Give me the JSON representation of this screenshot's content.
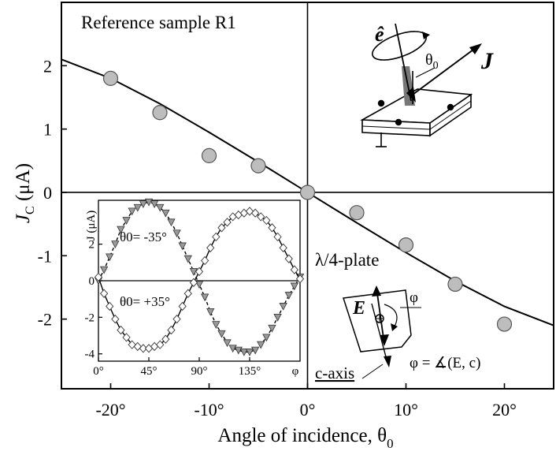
{
  "chart_data": {
    "type": "scatter",
    "title": "Reference sample R1",
    "xlabel": "Angle of incidence, θ",
    "xlabel_sub": "0",
    "ylabel": "J",
    "ylabel_sub": "C",
    "ylabel_unit": "(μA)",
    "xlim": [
      -25,
      25
    ],
    "ylim": [
      -3.1,
      3.0
    ],
    "x_ticks": [
      -20,
      -10,
      0,
      10,
      20
    ],
    "x_tick_labels": [
      "-20°",
      "-10°",
      "0°",
      "10°",
      "20°"
    ],
    "y_ticks": [
      2,
      1,
      0,
      -1,
      -2
    ],
    "y_tick_labels": [
      "2",
      "1",
      "0",
      "-1",
      "-2"
    ],
    "series": [
      {
        "marker": "circle",
        "x": [
          -20,
          -15,
          -10,
          -5,
          0,
          5,
          10,
          15,
          20
        ],
        "y": [
          1.8,
          1.26,
          0.58,
          0.42,
          0.0,
          -0.32,
          -0.83,
          -1.45,
          -2.08
        ]
      },
      {
        "style": "line",
        "x": [
          -25,
          -20,
          -15,
          -10,
          -5,
          0,
          5,
          10,
          15,
          20,
          25
        ],
        "y": [
          2.1,
          1.8,
          1.4,
          0.95,
          0.48,
          0.0,
          -0.48,
          -0.95,
          -1.4,
          -1.8,
          -2.1
        ]
      }
    ],
    "annotations": {
      "plate": "λ/4-plate",
      "phi_def": "φ = ∡(E, c)",
      "caxis": "c-axis",
      "phi": "φ",
      "E": "E",
      "J": "J",
      "e_hat": "ê",
      "theta0": "θ",
      "theta0_sub": "0"
    },
    "inset": {
      "ylabel": "J (μA)",
      "xlim": [
        0,
        180
      ],
      "ylim": [
        -4.4,
        4.4
      ],
      "x_ticks": [
        0,
        45,
        90,
        135
      ],
      "x_tick_labels": [
        "0°",
        "45°",
        "90°",
        "135°"
      ],
      "x_end_label": "φ",
      "y_ticks": [
        2,
        0,
        -2,
        -4
      ],
      "y_tick_labels": [
        "2",
        "0",
        "-2",
        "-4"
      ],
      "series": [
        {
          "name": "θ0= -35°",
          "marker": "triangle-down",
          "x": [
            0,
            5,
            10,
            15,
            20,
            25,
            30,
            35,
            40,
            45,
            50,
            55,
            60,
            65,
            70,
            75,
            80,
            85,
            90,
            95,
            100,
            105,
            110,
            115,
            120,
            125,
            130,
            135,
            140,
            145,
            150,
            155,
            160,
            165,
            170,
            175,
            180
          ],
          "y": [
            0.0,
            0.6,
            1.3,
            2.0,
            2.8,
            3.3,
            3.8,
            4.0,
            4.2,
            4.3,
            4.2,
            4.0,
            3.7,
            3.2,
            2.6,
            1.9,
            1.2,
            0.5,
            -0.2,
            -0.9,
            -1.7,
            -2.4,
            -2.9,
            -3.4,
            -3.7,
            -3.8,
            -3.9,
            -3.9,
            -3.8,
            -3.5,
            -3.1,
            -2.6,
            -2.0,
            -1.4,
            -0.8,
            -0.3,
            0.2
          ]
        },
        {
          "name": "θ0= +35°",
          "marker": "diamond",
          "x": [
            0,
            5,
            10,
            15,
            20,
            25,
            30,
            35,
            40,
            45,
            50,
            55,
            60,
            65,
            70,
            75,
            80,
            85,
            90,
            95,
            100,
            105,
            110,
            115,
            120,
            125,
            130,
            135,
            140,
            145,
            150,
            155,
            160,
            165,
            170,
            175,
            180
          ],
          "y": [
            0.2,
            -0.7,
            -1.4,
            -2.1,
            -2.7,
            -3.1,
            -3.5,
            -3.6,
            -3.7,
            -3.7,
            -3.6,
            -3.5,
            -3.2,
            -2.7,
            -2.1,
            -1.4,
            -0.7,
            -0.1,
            0.5,
            1.1,
            1.8,
            2.4,
            2.9,
            3.2,
            3.5,
            3.6,
            3.7,
            3.8,
            3.7,
            3.5,
            3.3,
            2.9,
            2.4,
            1.8,
            1.2,
            0.6,
            0.1
          ]
        }
      ]
    }
  }
}
